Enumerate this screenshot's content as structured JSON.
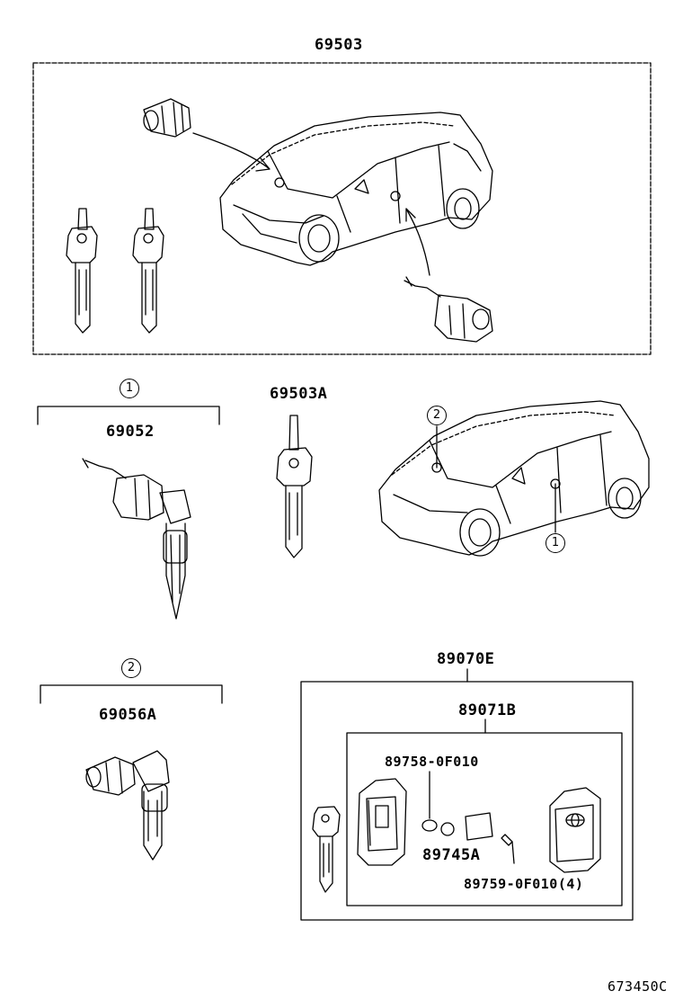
{
  "diagram": {
    "main_set_label": "69503",
    "key_blank_label": "69503A",
    "door_cylinder": {
      "ref": "1",
      "label": "69052"
    },
    "hood_cylinder": {
      "ref": "2",
      "label": "69056A"
    },
    "car_callouts": {
      "hood": "2",
      "door": "1"
    },
    "transmitter_set_label": "89070E",
    "transmitter_housing_label": "89071B",
    "battery_label": "89758-0F010",
    "cover_label": "89745A",
    "screw_label": "89759-0F010(4)",
    "illustration_code": "673450C"
  }
}
